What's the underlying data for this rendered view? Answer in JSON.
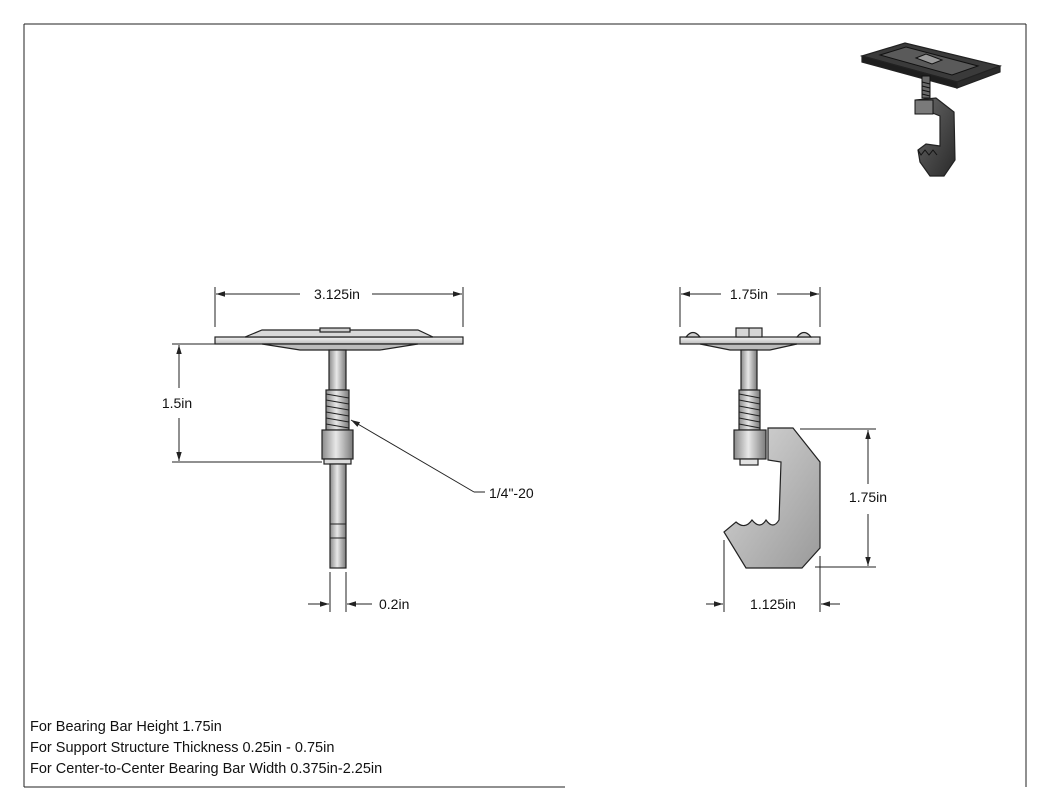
{
  "dimensions": {
    "front_width": "3.125in",
    "front_height": "1.5in",
    "thread": "1/4\"-20",
    "front_shaft": "0.2in",
    "side_width": "1.75in",
    "side_height": "1.75in",
    "side_depth": "1.125in"
  },
  "notes": [
    "For Bearing Bar Height 1.75in",
    "For Support Structure Thickness 0.25in - 0.75in",
    "For Center-to-Center Bearing Bar Width 0.375in-2.25in"
  ]
}
